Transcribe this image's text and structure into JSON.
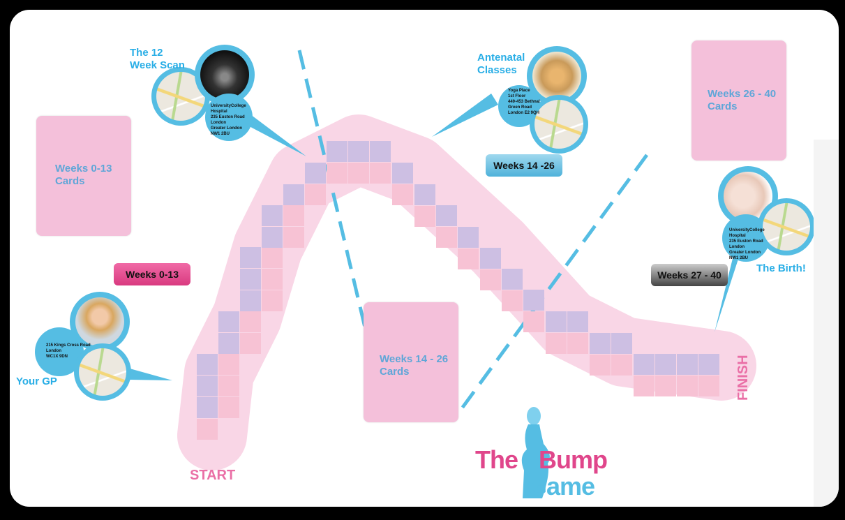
{
  "title": {
    "part1": "The",
    "part2": "Bump",
    "part3": "Game"
  },
  "start_label": "START",
  "finish_label": "FINISH",
  "cards": [
    {
      "label": "Weeks 0-13 Cards"
    },
    {
      "label": "Weeks 14 - 26 Cards"
    },
    {
      "label": "Weeks 26 - 40 Cards"
    }
  ],
  "stages": [
    {
      "label": "Weeks 0-13",
      "color": "#e0468b"
    },
    {
      "label": "Weeks 14 -26",
      "color": "#5cb8de"
    },
    {
      "label": "Weeks 27 - 40",
      "color": "#555555"
    }
  ],
  "locations": [
    {
      "title": "Your GP",
      "address": [
        "215 Kings Cross Road",
        "London",
        "WC1X 9DN"
      ]
    },
    {
      "title": "The 12 Week Scan",
      "address": [
        "UniversityCollege",
        "Hospital",
        "235 Euston Road",
        "London",
        "Greater London",
        "NW1 2BU"
      ]
    },
    {
      "title": "Antenatal Classes",
      "address": [
        "Yoga Place",
        "1st Floor",
        "449-453 Bethnal",
        "Green Road",
        "London E2 9QH"
      ]
    },
    {
      "title": "The Birth!",
      "address": [
        "UniversityCollege",
        "Hospital",
        "235 Euston Road",
        "London",
        "Greater London",
        "NW1 2BU"
      ]
    }
  ],
  "colors": {
    "accent_blue": "#55bde3",
    "title_pink": "#e0468b",
    "square_purple": "#cdbfe3",
    "square_pink": "#f7c2d4",
    "path": "#f9d6e6"
  }
}
